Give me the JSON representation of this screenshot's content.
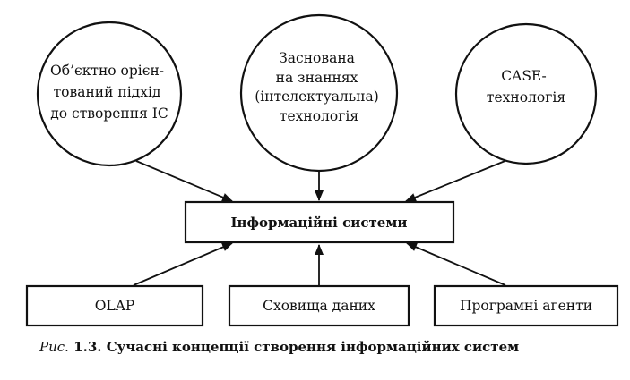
{
  "diagram": {
    "center": {
      "label": "Інформаційні системи"
    },
    "top_nodes": [
      {
        "lines": [
          "Об’єктно орієн-",
          "тований підхід",
          "до створення ІС"
        ]
      },
      {
        "lines": [
          "Заснована",
          "на знаннях",
          "(інтелектуальна)",
          "технологія"
        ]
      },
      {
        "lines": [
          "CASE-",
          "технологія"
        ]
      }
    ],
    "bottom_nodes": [
      {
        "label": "OLAP"
      },
      {
        "label": "Сховища даних"
      },
      {
        "label": "Програмні агенти"
      }
    ]
  },
  "caption": {
    "prefix": "Рис.",
    "number": "1.3.",
    "text": "Сучасні концепції створення інформаційних систем"
  }
}
